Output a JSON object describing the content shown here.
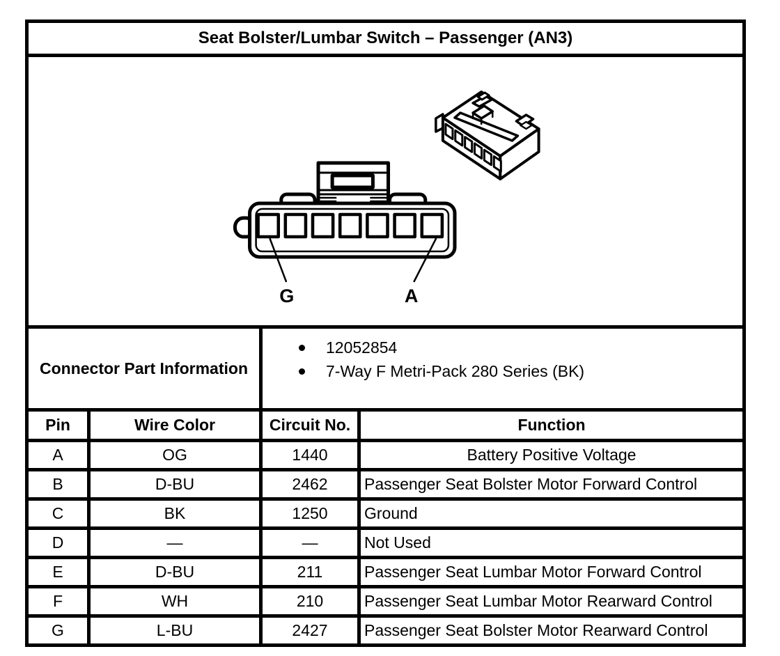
{
  "title": "Seat Bolster/Lumbar Switch – Passenger (AN3)",
  "diagram": {
    "pin_label_left": "G",
    "pin_label_right": "A",
    "cavity_count": 7,
    "views": [
      "connector-front-view",
      "connector-isometric-view"
    ]
  },
  "connector_part_information": {
    "label": "Connector Part Information",
    "items": [
      "12052854",
      "7-Way F Metri-Pack 280 Series (BK)"
    ]
  },
  "pin_table": {
    "headers": [
      "Pin",
      "Wire Color",
      "Circuit No.",
      "Function"
    ],
    "rows": [
      {
        "pin": "A",
        "wire_color": "OG",
        "circuit_no": "1440",
        "function": "Battery Positive Voltage",
        "function_align": "center"
      },
      {
        "pin": "B",
        "wire_color": "D-BU",
        "circuit_no": "2462",
        "function": "Passenger Seat Bolster Motor Forward Control",
        "function_align": "left"
      },
      {
        "pin": "C",
        "wire_color": "BK",
        "circuit_no": "1250",
        "function": "Ground",
        "function_align": "left"
      },
      {
        "pin": "D",
        "wire_color": "—",
        "circuit_no": "—",
        "function": "Not Used",
        "function_align": "left"
      },
      {
        "pin": "E",
        "wire_color": "D-BU",
        "circuit_no": "211",
        "function": "Passenger Seat Lumbar Motor Forward Control",
        "function_align": "left"
      },
      {
        "pin": "F",
        "wire_color": "WH",
        "circuit_no": "210",
        "function": "Passenger Seat Lumbar Motor Rearward Control",
        "function_align": "left"
      },
      {
        "pin": "G",
        "wire_color": "L-BU",
        "circuit_no": "2427",
        "function": "Passenger Seat Bolster Motor Rearward Control",
        "function_align": "left"
      }
    ]
  },
  "colors": {
    "line": "#000000",
    "background": "#ffffff"
  }
}
